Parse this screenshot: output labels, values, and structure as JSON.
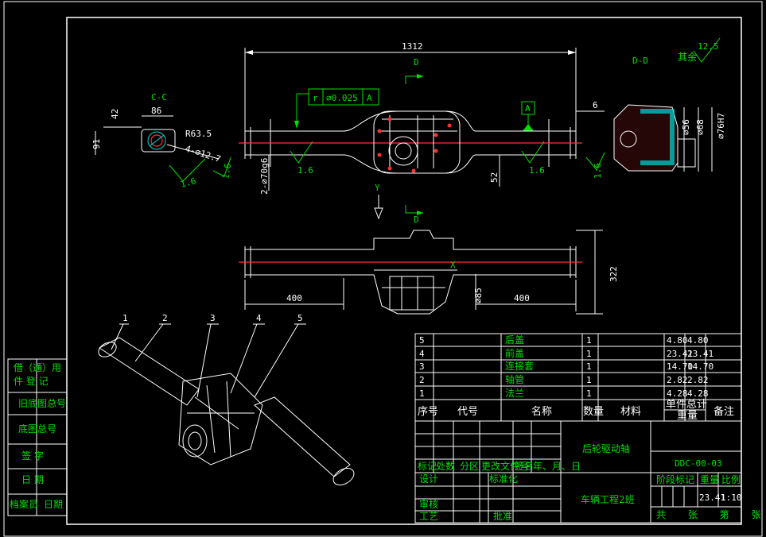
{
  "views": {
    "front": {
      "dim_total": "1312",
      "section_mark": "D",
      "tolerance_symbol": "r",
      "tolerance_value": "⌀0.025",
      "tolerance_datum": "A",
      "datum_label": "A",
      "dim_6": "6",
      "dim_52": "52",
      "dim_shaft": "2-⌀70g6",
      "roughness_left": "1.6",
      "roughness_right": "1.6"
    },
    "cc": {
      "title": "C-C",
      "dim_42": "42",
      "dim_86": "86",
      "dim_91": "91",
      "radius": "R63.5",
      "holes": "4-⌀12.7",
      "roughness_a": "1.6",
      "roughness_b": "1.6"
    },
    "dd": {
      "title": "D-D",
      "other_label": "其余",
      "other_roughness": "12.5",
      "dim_56": "⌀56",
      "dim_68": "⌀68",
      "dim_76": "⌀76H7",
      "roughness": "1.6"
    },
    "top": {
      "section_mark": "D",
      "axis_y": "Y",
      "axis_x": "X",
      "dim_400_left": "400",
      "dim_400_right": "400",
      "dim_85": "⌀85",
      "dim_322": "322"
    },
    "iso": {
      "callouts": [
        "1",
        "2",
        "3",
        "4",
        "5"
      ]
    }
  },
  "left_stamp": {
    "rows": [
      "借（通）用",
      "件 登 记",
      "旧底图总号",
      "底图总号",
      "签 字",
      "日 期",
      "档案员",
      "日期"
    ]
  },
  "bom": {
    "rows": [
      {
        "no": "5",
        "code": "",
        "name": "后盖",
        "qty": "1",
        "material": "",
        "unit_wt": "4.80",
        "total_wt": "4.80"
      },
      {
        "no": "4",
        "code": "",
        "name": "前盖",
        "qty": "1",
        "material": "",
        "unit_wt": "23.41",
        "total_wt": "23.41"
      },
      {
        "no": "3",
        "code": "",
        "name": "连接套",
        "qty": "1",
        "material": "",
        "unit_wt": "14.70",
        "total_wt": "14.70"
      },
      {
        "no": "2",
        "code": "",
        "name": "轴管",
        "qty": "1",
        "material": "",
        "unit_wt": "2.82",
        "total_wt": "2.82"
      },
      {
        "no": "1",
        "code": "",
        "name": "法兰",
        "qty": "1",
        "material": "",
        "unit_wt": "4.28",
        "total_wt": "4.28"
      }
    ],
    "headers": {
      "no": "序号",
      "code": "代号",
      "name": "名称",
      "qty": "数量",
      "material": "材料",
      "unit": "单件",
      "total": "总计",
      "weight": "重量",
      "remark": "备注"
    }
  },
  "title_block": {
    "part_name": "后轮驱动轴",
    "drawing_no": "DDC-00-03",
    "org": "车辆工程2班",
    "rev_headers": [
      "标记",
      "处数",
      "分区",
      "更改文件号",
      "签名",
      "年、月、日"
    ],
    "design": "设计",
    "standard": "标准化",
    "review": "审核",
    "process": "工艺",
    "approve": "批准",
    "stage_label": "阶段标记",
    "weight_label": "重量",
    "scale_label": "比例",
    "weight": "23.41",
    "scale": "1:10",
    "sheets": "共 张 第 张"
  }
}
